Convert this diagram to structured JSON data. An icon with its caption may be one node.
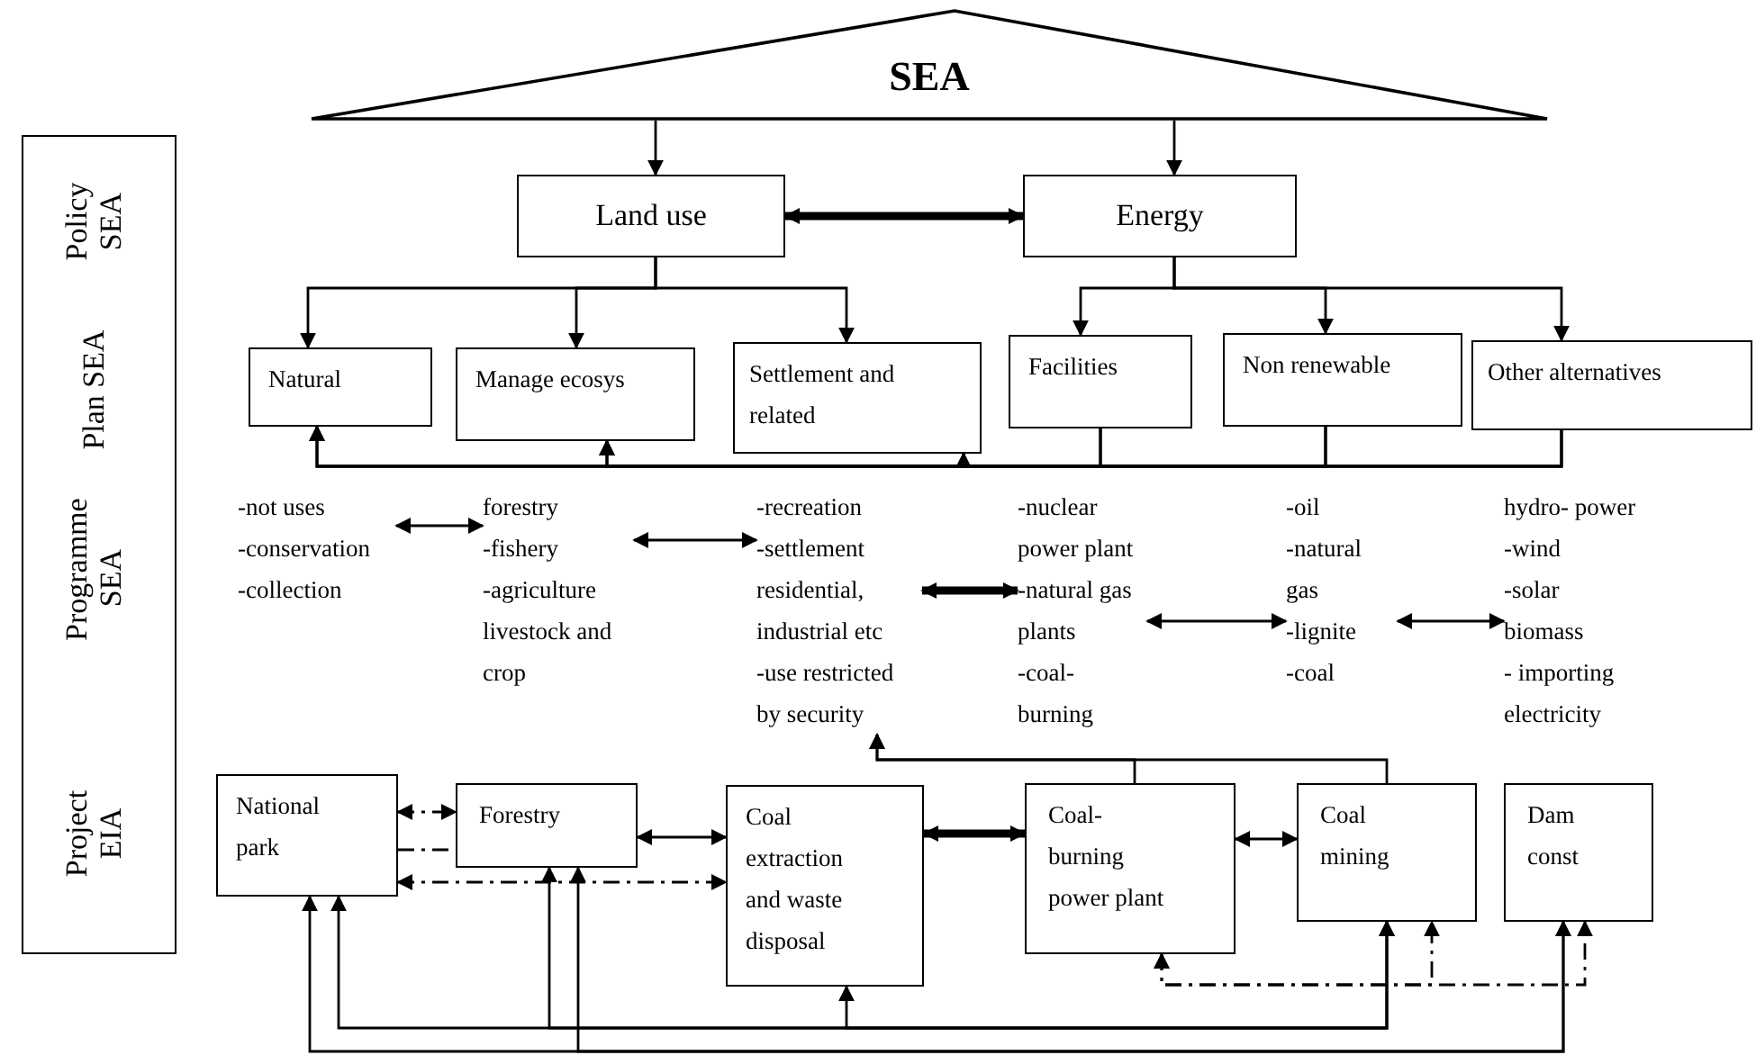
{
  "diagram": {
    "nodes": [
      {
        "text": [
          "SEA"
        ]
      },
      {
        "text": [
          "Land use"
        ]
      },
      {
        "text": [
          "Energy"
        ]
      },
      {
        "text": [
          "Natural"
        ]
      },
      {
        "text": [
          "Manage ecosys"
        ]
      },
      {
        "text": [
          "Settlement and related"
        ]
      },
      {
        "text": [
          "Facilities"
        ]
      },
      {
        "text": [
          "Non renewable"
        ]
      },
      {
        "text": [
          "Other alternatives"
        ]
      },
      {
        "text": [
          "-not uses",
          "-conservation",
          "-collection"
        ]
      },
      {
        "text": [
          "forestry",
          "-fishery",
          "-agriculture livestock and crop"
        ]
      },
      {
        "text": [
          "-recreation",
          "-settlement residential, industrial etc",
          "-use restricted by security"
        ]
      },
      {
        "text": [
          "-nuclear power plant",
          "-natural gas plants",
          "-coal- burning"
        ]
      },
      {
        "text": [
          "-oil",
          "-natural gas",
          "-lignite",
          "-coal"
        ]
      },
      {
        "text": [
          "hydro- power",
          "-wind",
          "-solar",
          "biomass",
          "- importing electricity"
        ]
      },
      {
        "text": [
          "National park"
        ]
      },
      {
        "text": [
          "Forestry"
        ]
      },
      {
        "text": [
          "Coal extraction and waste disposal"
        ]
      },
      {
        "text": [
          "Coal- burning power plant"
        ]
      },
      {
        "text": [
          "Coal mining"
        ]
      },
      {
        "text": [
          "Dam const"
        ]
      },
      {
        "text": [
          "Policy SEA",
          "Plan SEA",
          "Programme SEA",
          "Project EIA"
        ]
      }
    ],
    "edges": [
      {
        "from": 0,
        "to": 1,
        "arrow": "to"
      },
      {
        "from": 0,
        "to": 2,
        "arrow": "to"
      },
      {
        "from": 1,
        "to": 2,
        "arrow": "both",
        "style": "thick"
      },
      {
        "from": 1,
        "to": 3,
        "arrow": "to"
      },
      {
        "from": 1,
        "to": 4,
        "arrow": "to"
      },
      {
        "from": 1,
        "to": 5,
        "arrow": "to"
      },
      {
        "from": 2,
        "to": 6,
        "arrow": "to"
      },
      {
        "from": 2,
        "to": 7,
        "arrow": "to"
      },
      {
        "from": 2,
        "to": 8,
        "arrow": "to"
      },
      {
        "from": 6,
        "to": 3,
        "arrow": "to"
      },
      {
        "from": 6,
        "to": 4,
        "arrow": "to"
      },
      {
        "from": 6,
        "to": 5,
        "arrow": "to"
      },
      {
        "from": 7,
        "to": 3,
        "arrow": "to"
      },
      {
        "from": 7,
        "to": 4,
        "arrow": "to"
      },
      {
        "from": 7,
        "to": 5,
        "arrow": "to"
      },
      {
        "from": 8,
        "to": 3,
        "arrow": "to"
      },
      {
        "from": 8,
        "to": 4,
        "arrow": "to"
      },
      {
        "from": 8,
        "to": 5,
        "arrow": "to"
      },
      {
        "from": 9,
        "to": 10,
        "arrow": "both"
      },
      {
        "from": 10,
        "to": 11,
        "arrow": "both"
      },
      {
        "from": 11,
        "to": 12,
        "arrow": "both",
        "style": "thick"
      },
      {
        "from": 12,
        "to": 13,
        "arrow": "both"
      },
      {
        "from": 13,
        "to": 14,
        "arrow": "both"
      },
      {
        "from": 15,
        "to": 16,
        "arrow": "both",
        "style": "dashed"
      },
      {
        "from": 15,
        "to": 16,
        "arrow": "none",
        "style": "dashed"
      },
      {
        "from": 15,
        "to": 17,
        "arrow": "both",
        "style": "dashed"
      },
      {
        "from": 16,
        "to": 17,
        "arrow": "both"
      },
      {
        "from": 17,
        "to": 18,
        "arrow": "both",
        "style": "thick"
      },
      {
        "from": 18,
        "to": 19,
        "arrow": "both"
      },
      {
        "from": 18,
        "to": 11,
        "arrow": "to"
      },
      {
        "from": 19,
        "to": 11,
        "arrow": "to"
      },
      {
        "from": 18,
        "to": 19,
        "arrow": "both",
        "style": "dashed"
      },
      {
        "from": 18,
        "to": 20,
        "arrow": "both",
        "style": "dashed"
      },
      {
        "from": 19,
        "to": 15,
        "arrow": "both"
      },
      {
        "from": 19,
        "to": 16,
        "arrow": "both"
      },
      {
        "from": 19,
        "to": 17,
        "arrow": "both"
      },
      {
        "from": 20,
        "to": 15,
        "arrow": "both"
      },
      {
        "from": 20,
        "to": 16,
        "arrow": "both"
      }
    ]
  }
}
